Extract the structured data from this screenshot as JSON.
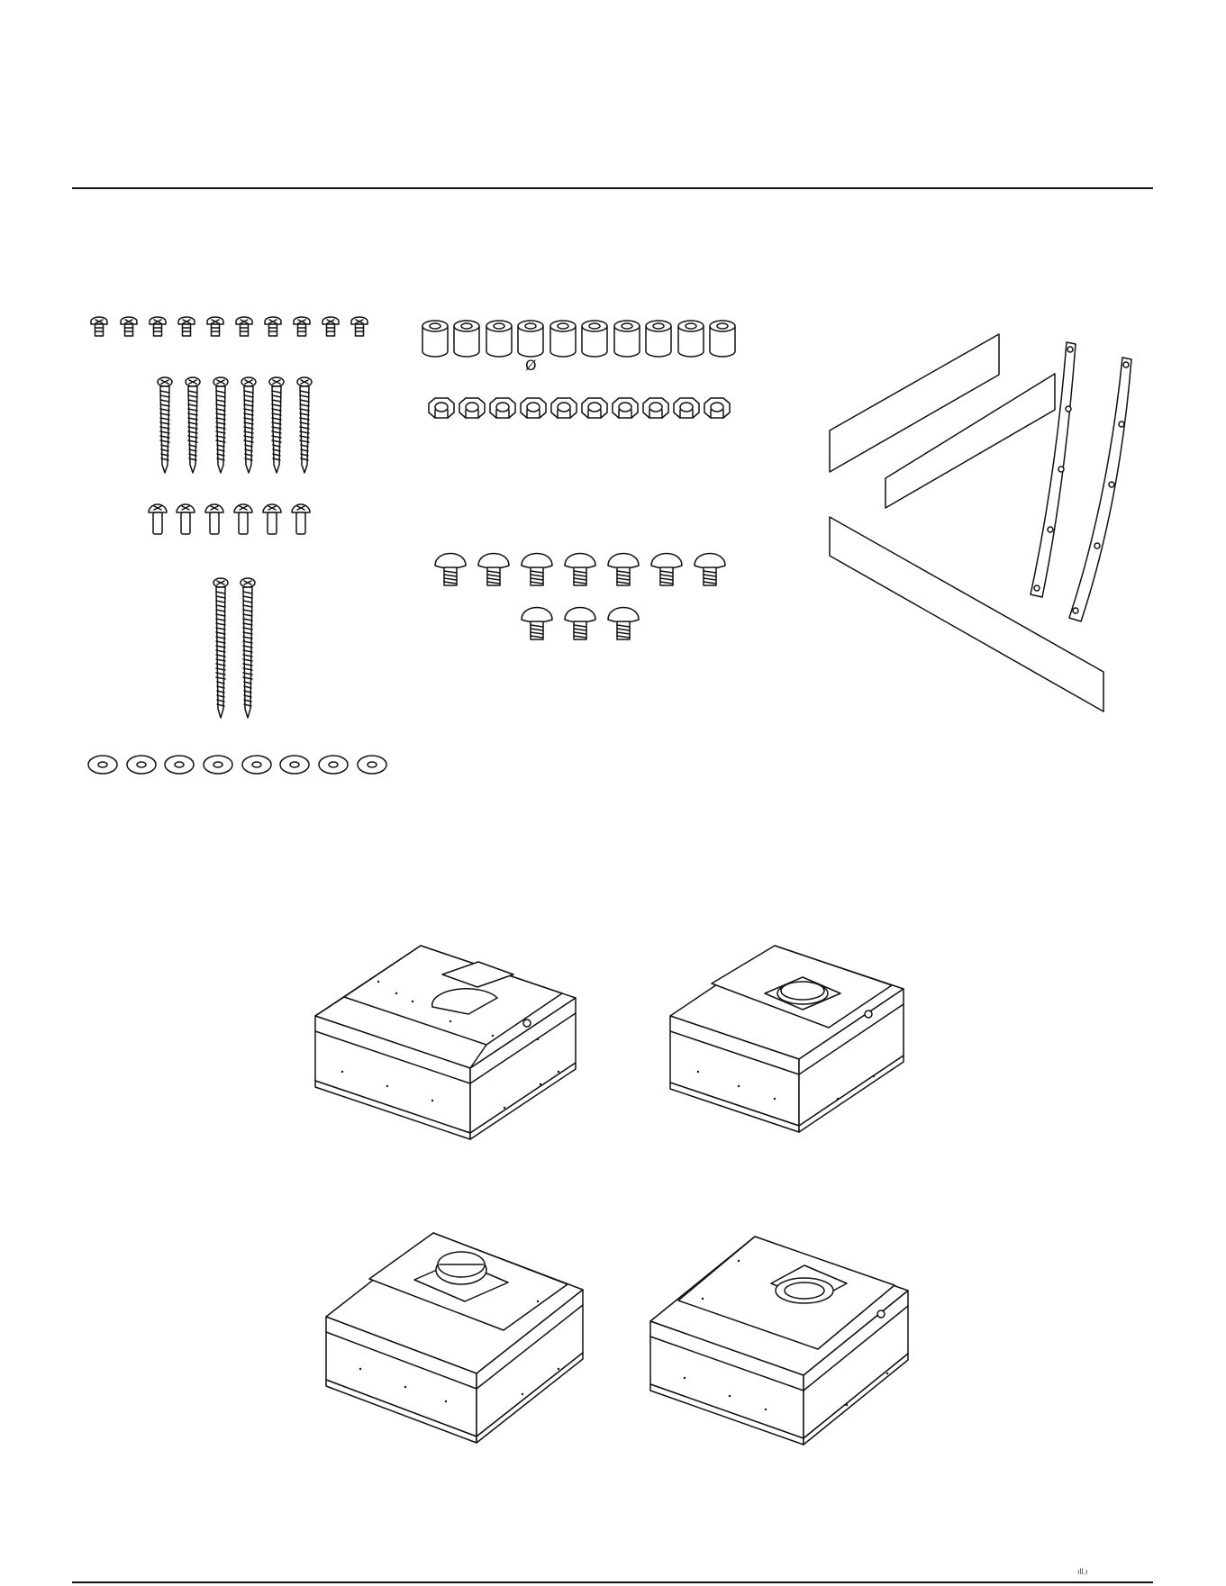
{
  "page": {
    "spacer_diameter_symbol": "Ø",
    "corner_mark": "ıll.ı"
  },
  "hardware": {
    "short_screws": 10,
    "long_wood_screws": 6,
    "machine_screws": 6,
    "extra_long_screws": 2,
    "washers": 8,
    "spacers": 10,
    "hex_nuts": 10,
    "carriage_bolts_row1": 7,
    "carriage_bolts_row2": 3
  },
  "accessories": {
    "flat_strips": 3,
    "curved_brackets": 2
  },
  "hoods": [
    {
      "id": "hood-closed-top",
      "top": "cover-plate"
    },
    {
      "id": "hood-square-collar",
      "top": "square-collar"
    },
    {
      "id": "hood-round-damper",
      "top": "round-damper"
    },
    {
      "id": "hood-round-adapter",
      "top": "round-adapter"
    }
  ]
}
